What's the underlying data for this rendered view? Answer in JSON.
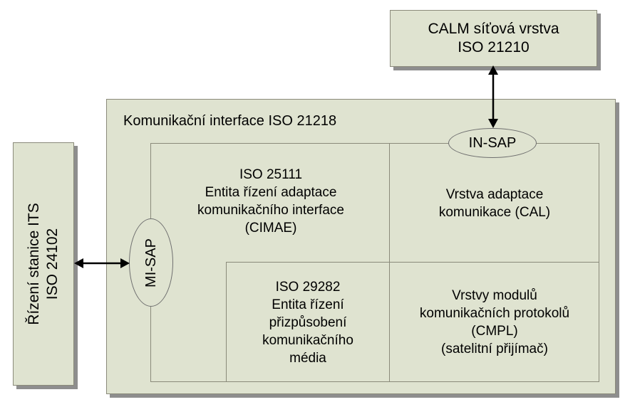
{
  "calm_box": {
    "line1": "CALM síťová vrstva",
    "line2": "ISO 21210"
  },
  "interface_box": {
    "title": "Komunikační interface ISO 21218"
  },
  "station_box": {
    "line1": "Řízení stanice ITS",
    "line2": "ISO 24102"
  },
  "mi_sap": {
    "label": "MI-SAP"
  },
  "in_sap": {
    "label": "IN-SAP"
  },
  "cimae": {
    "line1": "ISO 25111",
    "line2": "Entita řízení adaptace",
    "line3": "komunikačního interface",
    "line4": "(CIMAE)"
  },
  "cal": {
    "line1": "Vrstva adaptace",
    "line2": "komunikace (CAL)"
  },
  "iso29282": {
    "line1": "ISO 29282",
    "line2": "Entita řízení",
    "line3": "přizpůsobení",
    "line4": "komunikačního",
    "line5": "média"
  },
  "cmpl": {
    "line1": "Vrstvy modulů",
    "line2": "komunikačních protokolů",
    "line3": "(CMPL)",
    "line4": "(satelitní přijímač)"
  },
  "colors": {
    "fill": "#dfe3d0",
    "border": "#8a8a7a",
    "shadow": "#8e8e8e"
  }
}
